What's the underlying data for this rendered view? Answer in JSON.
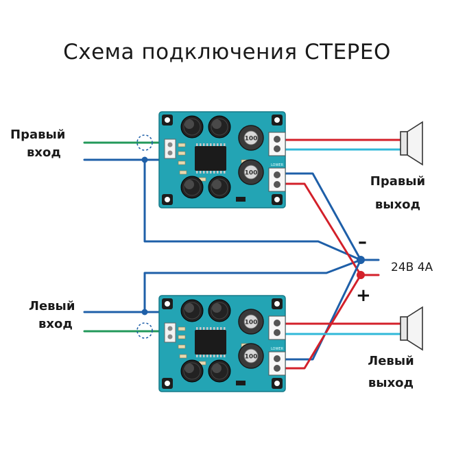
{
  "title": "Схема подключения СТЕРЕО",
  "labels": {
    "right_input": [
      "Правый",
      "вход"
    ],
    "left_input": [
      "Левый",
      "вход"
    ],
    "right_output": [
      "Правый",
      "выход"
    ],
    "left_output": [
      "Левый",
      "выход"
    ],
    "minus": "–",
    "plus": "+",
    "power": "24В 4А"
  },
  "board": {
    "inductor_marking": "100",
    "connector_text": "LOWER"
  },
  "colors": {
    "pcb": "#23a4b4",
    "signal_green": "#22985a",
    "ground_blue": "#1e5fa8",
    "power_red": "#d3202a",
    "speaker_cyan": "#30b8d8",
    "capacitor": "#222222",
    "inductor": "#3a3a3a"
  }
}
